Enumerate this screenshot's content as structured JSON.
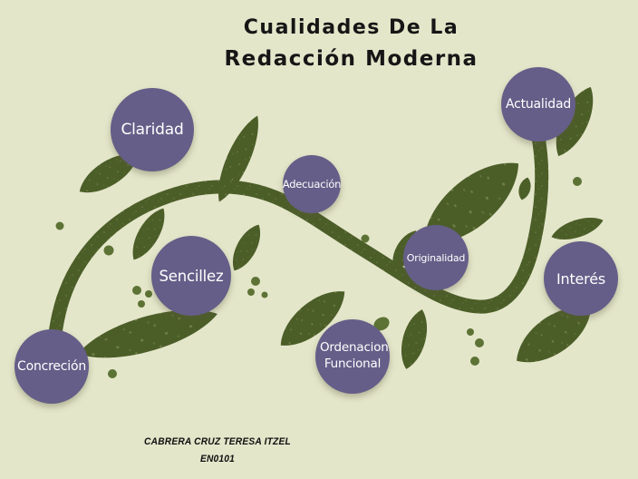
{
  "title": {
    "line1": "Cualidades De La",
    "line2": "Redacción Moderna"
  },
  "diagram": {
    "nodes": [
      {
        "id": "claridad",
        "label": "Claridad"
      },
      {
        "id": "adecuacion",
        "label": "Adecuación"
      },
      {
        "id": "actualidad",
        "label": "Actualidad"
      },
      {
        "id": "sencillez",
        "label": "Sencillez"
      },
      {
        "id": "originalidad",
        "label": "Originalidad"
      },
      {
        "id": "interes",
        "label": "Interés"
      },
      {
        "id": "concrecion",
        "label": "Concreción"
      },
      {
        "id": "ordenacion",
        "label": "Ordenacion Funcional"
      }
    ]
  },
  "footer": {
    "author": "CABRERA CRUZ TERESA ITZEL",
    "code": "EN0101"
  },
  "colors": {
    "background": "#e4e6ca",
    "vine": "#4c5e28",
    "dot": "#5d7335",
    "node_fill": "#655e88",
    "node_text": "#ffffff",
    "title_text": "#161616"
  }
}
